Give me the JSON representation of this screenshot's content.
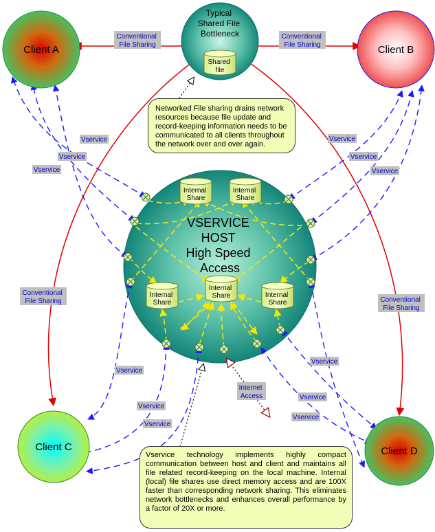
{
  "bottleneck": {
    "title_lines": [
      "Typical",
      "Shared File",
      "Bottleneck"
    ],
    "file_lines": [
      "Shared",
      "file"
    ]
  },
  "clients": {
    "a": "Client A",
    "b": "Client B",
    "c": "Client C",
    "d": "Client D"
  },
  "host": {
    "title_lines": [
      "VSERVICE",
      "HOST",
      "High Speed",
      "Access"
    ],
    "shares": [
      {
        "lines": [
          "Internal",
          "Share"
        ]
      },
      {
        "lines": [
          "Internal",
          "Share"
        ]
      },
      {
        "lines": [
          "Internal",
          "Share"
        ]
      },
      {
        "lines": [
          "Internal",
          "Share"
        ]
      },
      {
        "lines": [
          "Internal",
          "Share"
        ]
      }
    ]
  },
  "labels": {
    "conventional_lines": [
      "Conventional",
      "File Sharing"
    ],
    "vservice": "Vservice",
    "internet_lines": [
      "Internet",
      "Access"
    ]
  },
  "notes": {
    "top": "Networked File sharing drains network resources because file update and record-keeping information needs to be communicated to all clients throughout the network over and over again.",
    "bottom": "Vservice technology implements highly compact communication between host and client and maintains all file related record-keeping on the local machine. Internal (local) file shares use direct memory access and are 100X faster than corresponding network sharing. This eliminates network bottlenecks and enhances overall performance by a factor of 20X or more."
  },
  "colors": {
    "conventional_line": "#e00000",
    "vservice_line": "#1a1aff",
    "internal_line": "#f5e800",
    "internet_line": "#990000",
    "label_bg": "#c0c0c0",
    "label_text": "#0000cc",
    "note_bg": "#f2fdb8",
    "host_fill": "#168a7c"
  }
}
